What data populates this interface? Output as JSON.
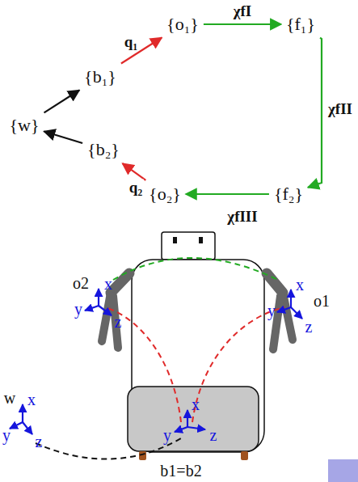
{
  "diagram": {
    "nodes": [
      {
        "text": [
          "{w}"
        ]
      },
      {
        "text": [
          "{b₁}"
        ]
      },
      {
        "text": [
          "{o₁}"
        ]
      },
      {
        "text": [
          "{f₁}"
        ]
      },
      {
        "text": [
          "{f₂}"
        ]
      },
      {
        "text": [
          "{o₂}"
        ]
      },
      {
        "text": [
          "{b₂}"
        ]
      }
    ],
    "edges": [
      {
        "from": 0,
        "to": 1,
        "arrow": "to"
      },
      {
        "from": 1,
        "to": 2,
        "arrow": "to",
        "label": "q₁"
      },
      {
        "from": 2,
        "to": 3,
        "arrow": "to",
        "label": "χfI"
      },
      {
        "from": 3,
        "to": 4,
        "arrow": "to",
        "label": "χfII"
      },
      {
        "from": 4,
        "to": 5,
        "arrow": "to",
        "label": "χfIII"
      },
      {
        "from": 5,
        "to": 6,
        "arrow": "to",
        "label": "q₂"
      },
      {
        "from": 6,
        "to": 0,
        "arrow": "to"
      }
    ],
    "labels": [
      "o2",
      "x",
      "y",
      "z",
      "o1",
      "x",
      "y",
      "z",
      "w",
      "x",
      "y",
      "z",
      "b1=b2",
      "x",
      "y",
      "z"
    ]
  }
}
